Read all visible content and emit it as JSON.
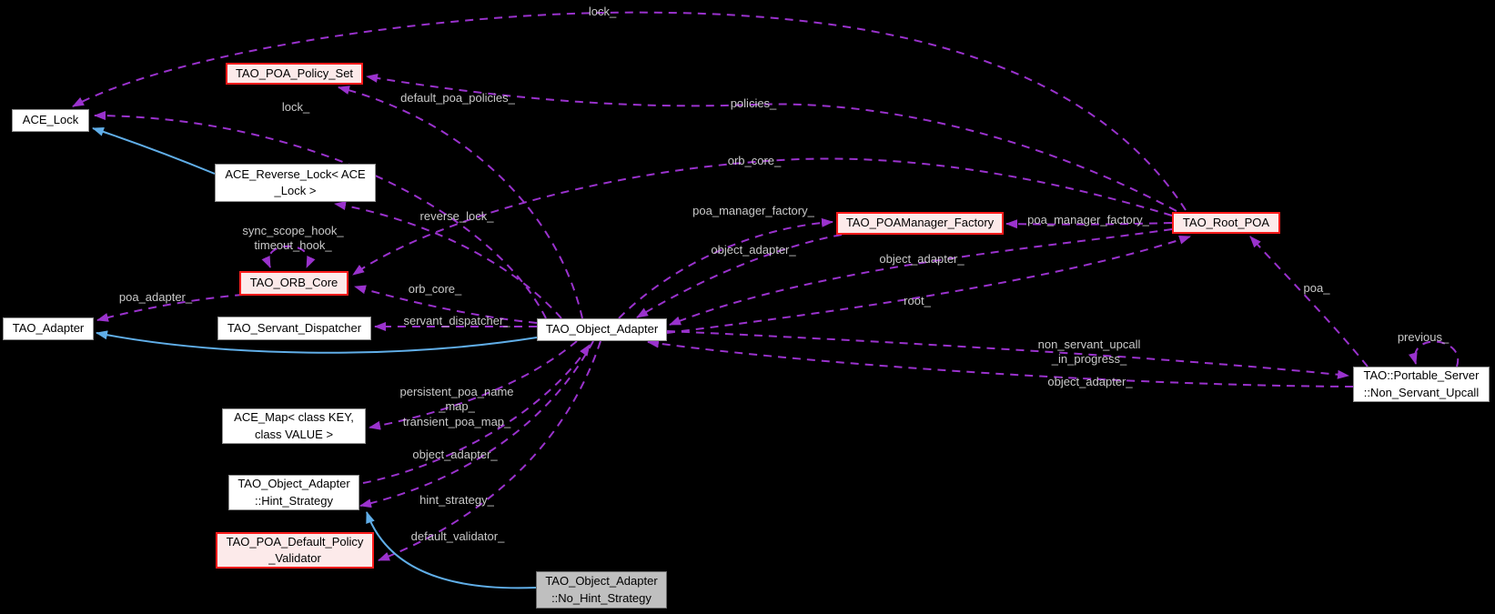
{
  "diagram": {
    "title": "TAO_Object_Adapter collaboration graph",
    "colors": {
      "usage_edge": "#9a32cd",
      "inheritance_edge": "#60aee8",
      "node_border": "#909090",
      "node_fill": "#ffffff",
      "node_text": "#000000",
      "highlight_border": "#fe1b1b",
      "highlight_fill": "#fceaea",
      "gray_border": "#6a6a6a",
      "gray_fill": "#bfbfbf",
      "label_text": "#c9c9c9",
      "background": "#000000"
    },
    "nodes": [
      {
        "id": "ace-lock",
        "label": "ACE_Lock"
      },
      {
        "id": "poa-policy-set",
        "label": "TAO_POA_Policy_Set"
      },
      {
        "id": "ace-reverse-lock",
        "label": "ACE_Reverse_Lock< ACE\n_Lock >"
      },
      {
        "id": "orb-core",
        "label": "TAO_ORB_Core"
      },
      {
        "id": "tao-adapter",
        "label": "TAO_Adapter"
      },
      {
        "id": "servant-dispatcher",
        "label": "TAO_Servant_Dispatcher"
      },
      {
        "id": "object-adapter",
        "label": "TAO_Object_Adapter"
      },
      {
        "id": "poamanager-factory",
        "label": "TAO_POAManager_Factory"
      },
      {
        "id": "root-poa",
        "label": "TAO_Root_POA"
      },
      {
        "id": "non-servant-upcall",
        "label": "TAO::Portable_Server\n::Non_Servant_Upcall"
      },
      {
        "id": "ace-map",
        "label": "ACE_Map< class KEY,\nclass VALUE >"
      },
      {
        "id": "hint-strategy",
        "label": "TAO_Object_Adapter\n::Hint_Strategy"
      },
      {
        "id": "default-policy-validator",
        "label": "TAO_POA_Default_Policy\n_Validator"
      },
      {
        "id": "no-hint-strategy",
        "label": "TAO_Object_Adapter\n::No_Hint_Strategy"
      }
    ],
    "edge_labels": [
      {
        "text": "lock_"
      },
      {
        "text": "policies_"
      },
      {
        "text": "default_poa_policies_"
      },
      {
        "text": "lock_"
      },
      {
        "text": "orb_core_"
      },
      {
        "text": "reverse_lock_"
      },
      {
        "text": "sync_scope_hook_\ntimeout_hook_"
      },
      {
        "text": "poa_manager_factory_"
      },
      {
        "text": "poa_manager_factory_"
      },
      {
        "text": "object_adapter_"
      },
      {
        "text": "object_adapter_"
      },
      {
        "text": "orb_core_"
      },
      {
        "text": "servant_dispatcher_"
      },
      {
        "text": "poa_adapter_"
      },
      {
        "text": "root_"
      },
      {
        "text": "poa_"
      },
      {
        "text": "non_servant_upcall\n_in_progress_"
      },
      {
        "text": "object_adapter_"
      },
      {
        "text": "previous_"
      },
      {
        "text": "persistent_poa_name\n_map_\ntransient_poa_map_"
      },
      {
        "text": "object_adapter_"
      },
      {
        "text": "hint_strategy_"
      },
      {
        "text": "default_validator_"
      }
    ]
  }
}
